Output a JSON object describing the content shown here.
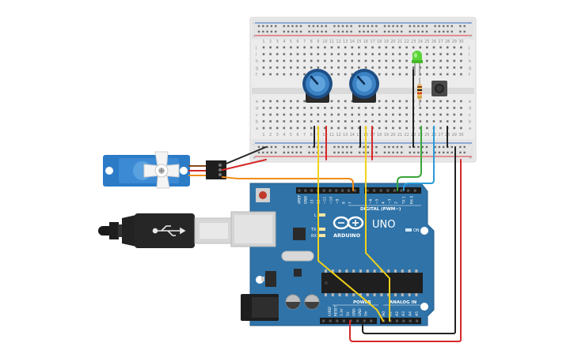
{
  "colors": {
    "board": "#2f73a8",
    "board_dark": "#245e8c",
    "breadboard": "#ececec",
    "rail_red": "#e0393e",
    "rail_blue": "#3a6fc4",
    "wire_black": "#222222",
    "wire_red": "#d62828",
    "wire_yellow": "#f2d21a",
    "wire_orange": "#f08c1a",
    "wire_green": "#3aa53a",
    "wire_blue": "#2a9bd8",
    "knob": "#3b82c4",
    "led": "#5bd43a",
    "servo": "#2b7bc7"
  },
  "arduino": {
    "logo": "ARDUINO",
    "model": "UNO",
    "digital_label": "DIGITAL (PWM~)",
    "power_label": "POWER",
    "analog_label": "ANALOG IN",
    "on_label": "ON",
    "l_label": "L",
    "tx_label": "TX",
    "rx_label": "RX",
    "digital_pins": [
      "AREF",
      "GND",
      "13",
      "12",
      "~11",
      "~10",
      "~9",
      "8",
      "7",
      "~6",
      "~5",
      "4",
      "~3",
      "2",
      "TX 1",
      "RX 0"
    ],
    "power_pins": [
      "IOREF",
      "RESET",
      "3.3V",
      "5V",
      "GND",
      "GND",
      "Vin"
    ],
    "analog_pins": [
      "A0",
      "A1",
      "A2",
      "A3",
      "A4",
      "A5"
    ]
  },
  "breadboard": {
    "row_letters_top": [
      "j",
      "i",
      "h",
      "g",
      "f"
    ],
    "row_letters_bottom": [
      "e",
      "d",
      "c",
      "b",
      "a"
    ],
    "rail_plus": "+",
    "rail_minus": "-",
    "column_numbers": [
      "1",
      "2",
      "3",
      "4",
      "5",
      "6",
      "7",
      "8",
      "9",
      "10",
      "11",
      "12",
      "13",
      "14",
      "15",
      "16",
      "17",
      "18",
      "19",
      "20",
      "21",
      "22",
      "23",
      "24",
      "25",
      "26",
      "27",
      "28",
      "29",
      "30"
    ]
  },
  "components": {
    "pot1": "potentiometer",
    "pot2": "potentiometer",
    "led": "led-green",
    "resistor": "resistor",
    "button": "pushbutton",
    "servo": "micro-servo",
    "usb": "usb-cable",
    "jack": "dc-power-jack"
  }
}
